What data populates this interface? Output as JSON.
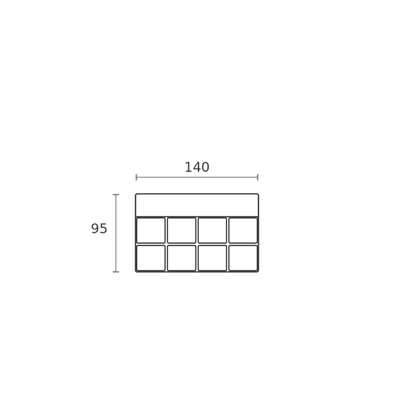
{
  "dimensions": {
    "width_label": "140",
    "height_label": "95"
  },
  "module": {
    "top_panel_count": 1,
    "compartment_rows": 2,
    "compartment_columns": 4
  },
  "colors": {
    "line": "#2e2e2e",
    "dimension_line": "#6a6a6a",
    "text": "#3a3a3a",
    "background": "#ffffff"
  }
}
